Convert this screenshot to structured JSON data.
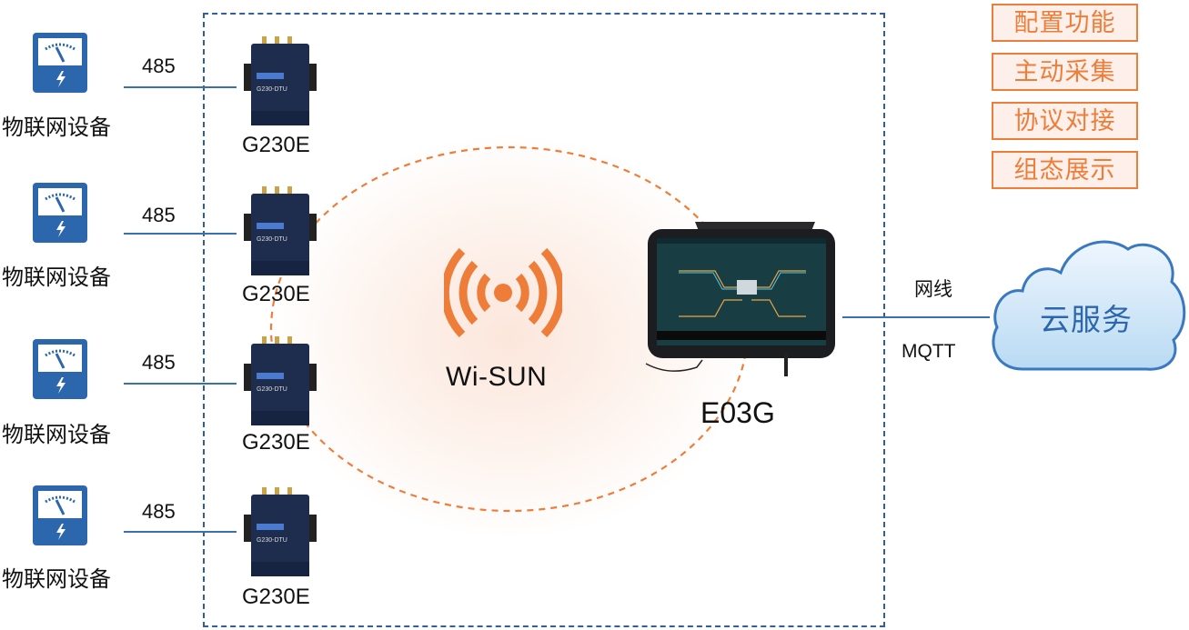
{
  "diagram": {
    "title": "",
    "devices": [
      {
        "label": "物联网设备",
        "icon": "meter-icon",
        "bus": "485",
        "gateway": "G230E",
        "gateway_model_text": "G230-DTU"
      },
      {
        "label": "物联网设备",
        "icon": "meter-icon",
        "bus": "485",
        "gateway": "G230E",
        "gateway_model_text": "G230-DTU"
      },
      {
        "label": "物联网设备",
        "icon": "meter-icon",
        "bus": "485",
        "gateway": "G230E",
        "gateway_model_text": "G230-DTU"
      },
      {
        "label": "物联网设备",
        "icon": "meter-icon",
        "bus": "485",
        "gateway": "G230E",
        "gateway_model_text": "G230-DTU"
      }
    ],
    "wireless": {
      "label": "Wi-SUN",
      "icon": "wireless-signal-icon"
    },
    "controller": {
      "label": "E03G",
      "icon": "touch-panel-icon"
    },
    "uplink": {
      "medium": "网线",
      "protocol": "MQTT"
    },
    "cloud": {
      "label": "云服务",
      "icon": "cloud-icon"
    },
    "features": [
      "配置功能",
      "主动采集",
      "协议对接",
      "组态展示"
    ],
    "colors": {
      "accent_orange": "#ee7d3a",
      "feature_bg": "#fdf0ea",
      "primary_blue": "#2c66ad",
      "line_blue": "#3a6fb0",
      "cloud_fill": "#d6eaf8"
    }
  }
}
